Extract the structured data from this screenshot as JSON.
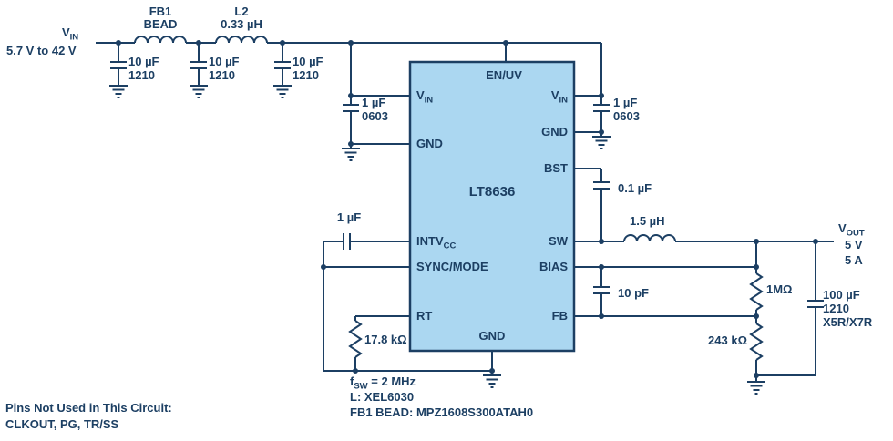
{
  "colors": {
    "line": "#1c3f63",
    "ic_fill": "#abd7f1",
    "background": "#ffffff"
  },
  "input": {
    "v": "V",
    "v_sub": "IN",
    "range": "5.7 V to 42 V"
  },
  "ferrite_bead": {
    "ref": "FB1",
    "type": "BEAD"
  },
  "input_inductor": {
    "ref": "L2",
    "value": "0.33 µH"
  },
  "input_caps": [
    {
      "value": "10 µF",
      "size": "1210"
    },
    {
      "value": "10 µF",
      "size": "1210"
    },
    {
      "value": "10 µF",
      "size": "1210"
    }
  ],
  "vin_bypass_left": {
    "value": "1 µF",
    "size": "0603"
  },
  "vin_bypass_right": {
    "value": "1 µF",
    "size": "0603"
  },
  "ic": {
    "part": "LT8636",
    "pins": {
      "en_uv": "EN/UV",
      "v": "V",
      "v_sub": "IN",
      "gnd": "GND",
      "intvcc": "INTV",
      "intvcc_sub": "CC",
      "sync_mode": "SYNC/MODE",
      "rt": "RT",
      "bst": "BST",
      "sw": "SW",
      "bias": "BIAS",
      "fb": "FB"
    }
  },
  "bst_cap": {
    "value": "0.1 µF"
  },
  "intvcc_cap": {
    "value": "1 µF"
  },
  "rt_resistor": {
    "value": "17.8 kΩ"
  },
  "output_inductor": {
    "value": "1.5 µH"
  },
  "fb_cap": {
    "value": "10 pF"
  },
  "fb_top_resistor": {
    "value": "1MΩ"
  },
  "fb_bottom_resistor": {
    "value": "243 kΩ"
  },
  "output_cap": {
    "value": "100 µF",
    "size": "1210",
    "dielectric": "X5R/X7R"
  },
  "output": {
    "v": "V",
    "v_sub": "OUT",
    "voltage": "5 V",
    "current": "5 A"
  },
  "notes": {
    "fsw_f": "f",
    "fsw_sub": "SW",
    "fsw_value": " = 2 MHz",
    "inductor": "L: XEL6030",
    "bead": "FB1 BEAD: MPZ1608S300ATAH0"
  },
  "unused_pins": {
    "title": "Pins Not Used in This Circuit:",
    "list": "CLKOUT, PG, TR/SS"
  }
}
